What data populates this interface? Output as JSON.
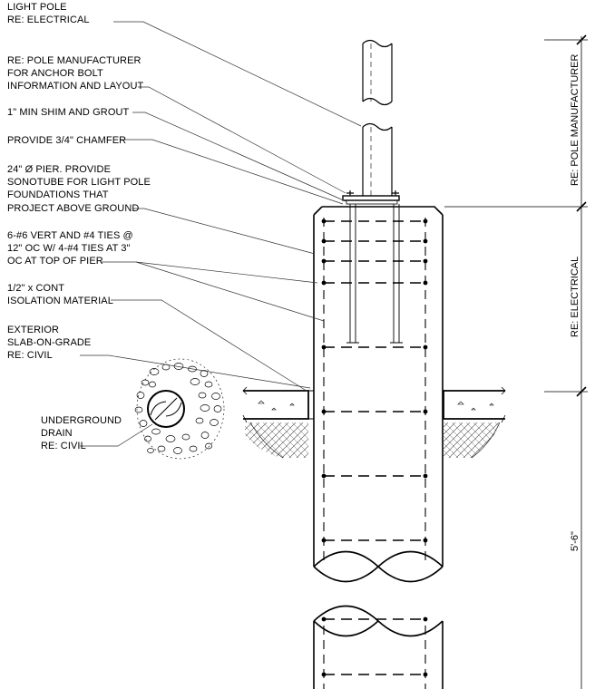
{
  "notes": {
    "light_pole": "LIGHT POLE\nRE: ELECTRICAL",
    "anchor_bolt": "RE: POLE MANUFACTURER\nFOR ANCHOR BOLT\nINFORMATION AND LAYOUT",
    "shim_grout": "1\" MIN SHIM AND GROUT",
    "chamfer": "PROVIDE 3/4\" CHAMFER",
    "pier": "24\" Ø PIER. PROVIDE\nSONOTUBE FOR LIGHT POLE\nFOUNDATIONS THAT\nPROJECT ABOVE GROUND",
    "reinforcing": "6-#6 VERT AND #4 TIES @\n12\" OC W/ 4-#4 TIES AT 3\"\nOC AT TOP OF PIER",
    "isolation": "1/2\" x CONT\nISOLATION MATERIAL",
    "slab": "EXTERIOR\nSLAB-ON-GRADE\nRE: CIVIL",
    "drain": "UNDERGROUND\nDRAIN\nRE: CIVIL"
  },
  "dimensions": {
    "pole_manufacturer": "RE: POLE MANUFACTURER",
    "electrical": "RE: ELECTRICAL",
    "depth": "5'-6\""
  },
  "colors": {
    "line": "#000000",
    "leader": "#333333",
    "background": "#ffffff"
  }
}
